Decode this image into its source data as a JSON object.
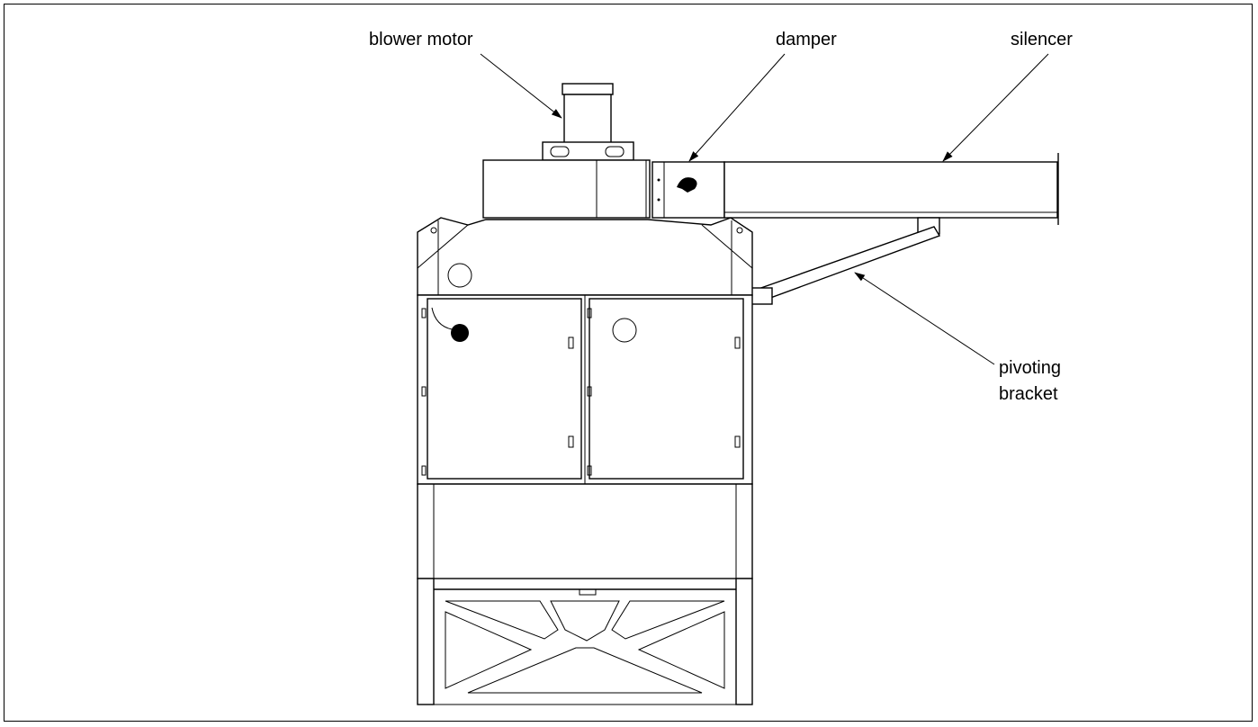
{
  "labels": {
    "blower_motor": "blower motor",
    "damper": "damper",
    "silencer": "silencer",
    "pivoting_line1": "pivoting",
    "pivoting_line2": "bracket"
  }
}
